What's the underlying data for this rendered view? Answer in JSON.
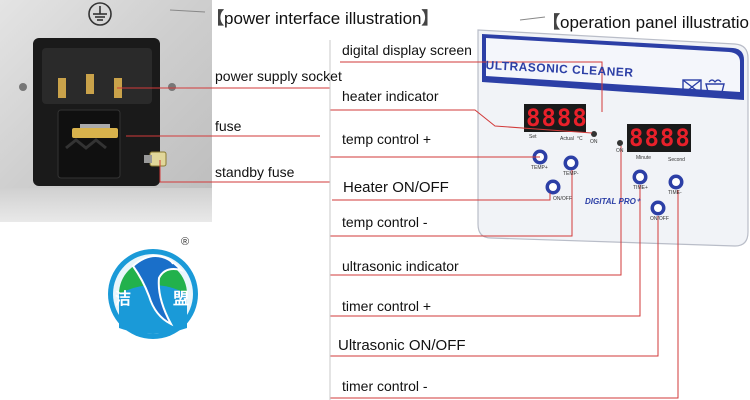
{
  "headers": {
    "power": {
      "open": "【",
      "text": "power interface illustration",
      "close": "】"
    },
    "panel": {
      "open": "【",
      "text": "operation panel illustration",
      "close": "】"
    }
  },
  "left_labels": {
    "power_supply_socket": "power supply socket",
    "fuse": "fuse",
    "standby_fuse": "standby fuse"
  },
  "right_labels": {
    "digital_display_screen": "digital display screen",
    "heater_indicator": "heater indicator",
    "temp_control_plus": "temp control +",
    "heater_on_off": "Heater ON/OFF",
    "temp_control_minus": "temp control -",
    "ultrasonic_indicator": "ultrasonic indicator",
    "timer_control_plus": "timer control +",
    "ultrasonic_on_off": "Ultrasonic ON/OFF",
    "timer_control_minus": "timer control -"
  },
  "panel": {
    "title": "ULTRASONIC CLEANER",
    "brand": "DIGITAL PRO⁺",
    "display_left": "8888",
    "display_right": "8888",
    "label_set": "Set",
    "label_actual": "Actual",
    "label_degc": "°C",
    "label_on_left": "ON",
    "label_on_mid": "ON",
    "label_minute": "Minute",
    "label_second": "Second",
    "btn_temp_plus": "TEMP+",
    "btn_temp_minus": "TEMP-",
    "btn_heat_onoff": "ON/OFF",
    "btn_time_plus": "TIME+",
    "btn_time_minus": "TIME-",
    "btn_us_onoff": "ON/OFF",
    "led_color": "#e8202a",
    "accent_color": "#1f3f9c"
  },
  "logo": {
    "char1": "洁",
    "char2": "盟",
    "registered": "®"
  },
  "colors": {
    "line": "#d23a3a",
    "text": "#111111",
    "logo_ring": "#1a9ad8",
    "logo_inner": "#22b14c"
  }
}
